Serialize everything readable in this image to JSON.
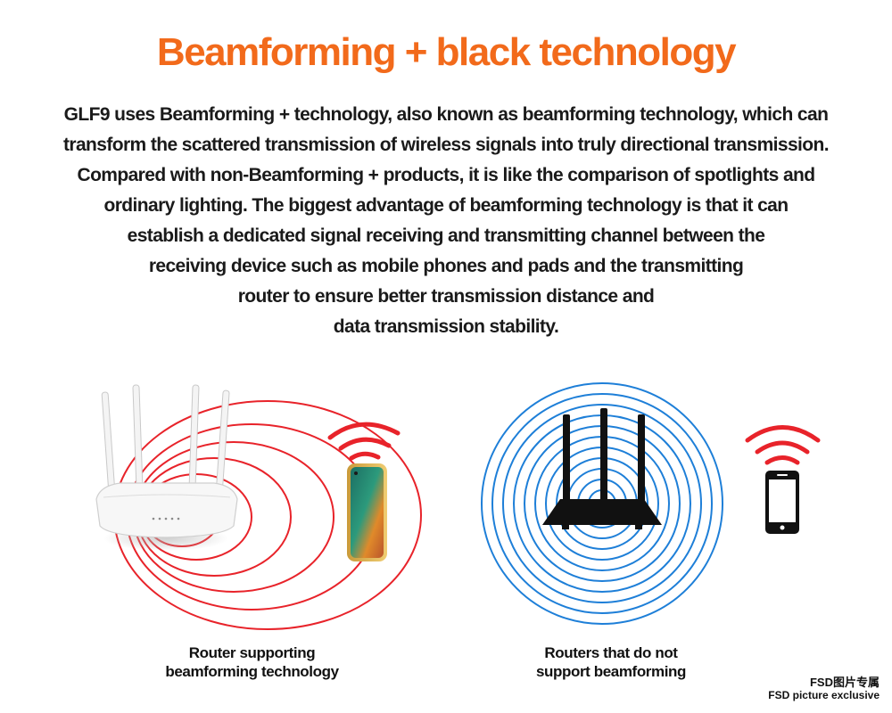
{
  "title": "Beamforming + black technology",
  "description": [
    "GLF9 uses Beamforming + technology, also known as beamforming technology, which can",
    "transform the scattered transmission of wireless signals into truly directional transmission.",
    "Compared with non-Beamforming + products, it is like the comparison of spotlights and",
    "ordinary lighting. The biggest advantage of beamforming technology is that it can",
    "establish a dedicated signal receiving and transmitting channel between the",
    "receiving device such as mobile phones and pads and the transmitting",
    "router to ensure better transmission distance and",
    "data transmission stability."
  ],
  "left_panel": {
    "caption": [
      "Router supporting",
      "beamforming technology"
    ],
    "ring_color": "#e8232a",
    "icons": [
      "white-router-icon",
      "smartphone-icon",
      "wifi-signal-icon"
    ]
  },
  "right_panel": {
    "caption": [
      "Routers that do not",
      "support beamforming"
    ],
    "ring_color": "#1e7fd8",
    "icons": [
      "black-router-icon",
      "phone-outline-icon",
      "wifi-signal-icon"
    ]
  },
  "watermark": {
    "line1": "FSD图片专属",
    "line2": "FSD picture exclusive"
  },
  "colors": {
    "title": "#f26a1b",
    "wifi": "#e8232a"
  }
}
